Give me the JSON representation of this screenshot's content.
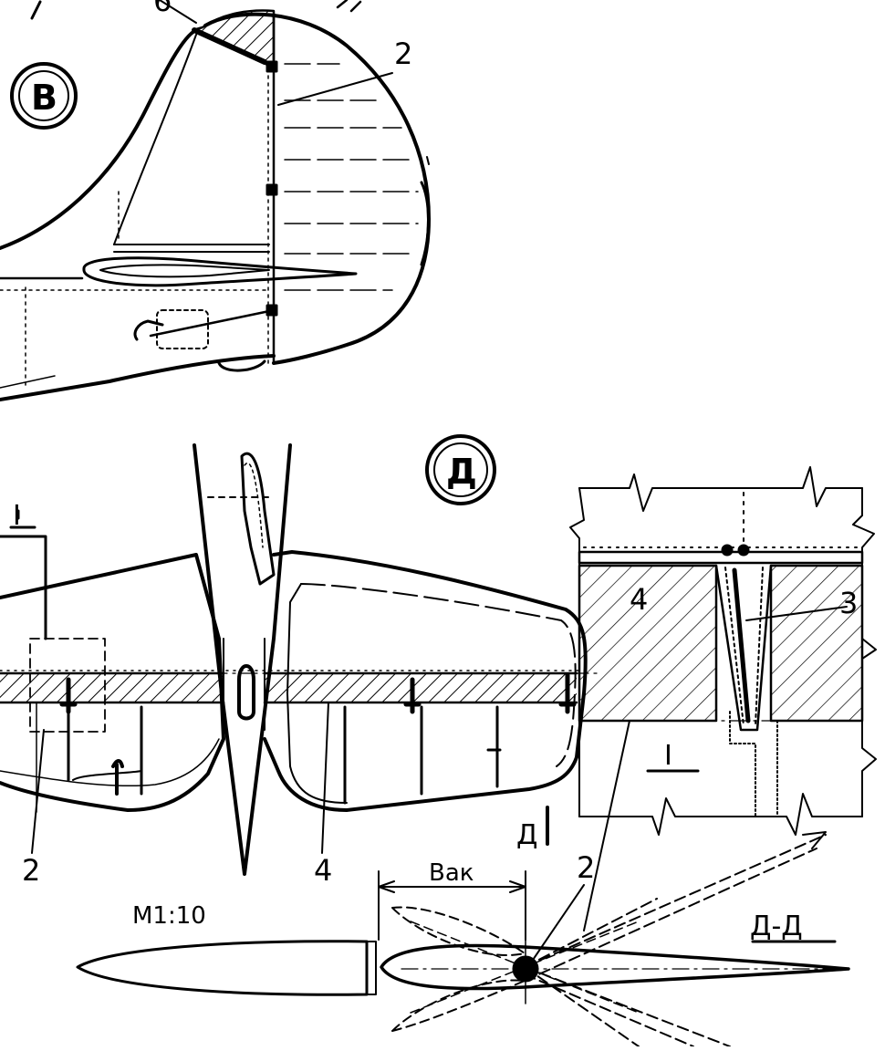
{
  "view_b": {
    "circle_label": "В",
    "callout_top": "6",
    "callout_spar": "2"
  },
  "view_d": {
    "circle_label": "Д",
    "marker_i": "I",
    "callout_left": "2",
    "callout_rib": "4"
  },
  "detail_i": {
    "callout_block": "4",
    "callout_slot": "3",
    "marker_i": "I"
  },
  "section": {
    "arrow_label": "Д",
    "callout_axle": "2",
    "dimension_label": "Вак",
    "scale_label": "М1:10",
    "title": "Д-Д"
  }
}
